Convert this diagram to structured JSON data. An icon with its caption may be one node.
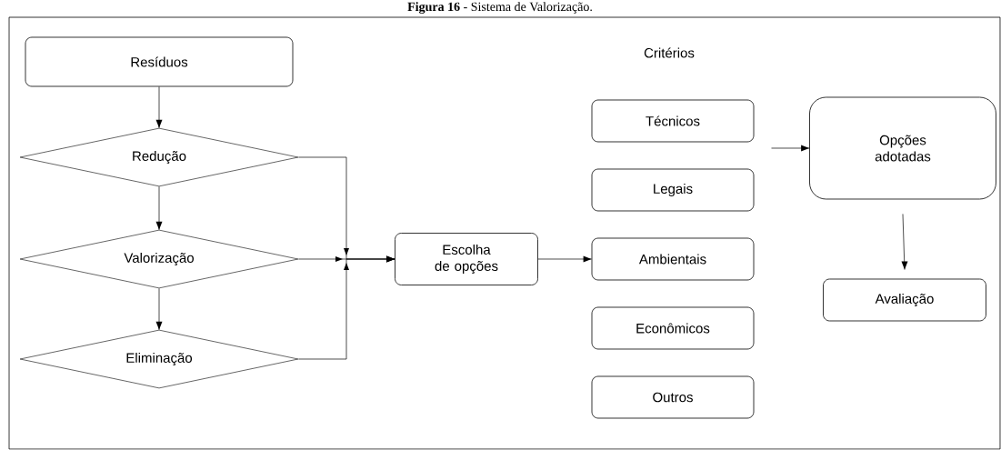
{
  "diagram": {
    "title": "**Figura 16** - Sistema de Valorização.",
    "nodes": [
      {
        "text": [
          "Resíduos"
        ]
      },
      {
        "text": [
          "Redução"
        ]
      },
      {
        "text": [
          "Valorização"
        ]
      },
      {
        "text": [
          "Eliminação"
        ]
      },
      {
        "text": [
          "Escolha de opções"
        ]
      },
      {
        "text": [
          "Técnicos"
        ]
      },
      {
        "text": [
          "Legais"
        ]
      },
      {
        "text": [
          "Ambientais"
        ]
      },
      {
        "text": [
          "Econômicos"
        ]
      },
      {
        "text": [
          "Outros"
        ]
      },
      {
        "text": [
          "Opções adotadas"
        ]
      },
      {
        "text": [
          "Avaliação"
        ]
      }
    ],
    "edges": [
      {
        "from": 0,
        "to": 1,
        "arrow": "to"
      },
      {
        "from": 1,
        "to": 2,
        "arrow": "to"
      },
      {
        "from": 2,
        "to": 3,
        "arrow": "to"
      },
      {
        "from": 1,
        "to": 4,
        "arrow": "to"
      },
      {
        "from": 2,
        "to": 4,
        "arrow": "to"
      },
      {
        "from": 3,
        "to": 4,
        "arrow": "to"
      },
      {
        "from": 4,
        "to": 7,
        "arrow": "to"
      },
      {
        "from": null,
        "to": 10,
        "arrow": "to"
      },
      {
        "from": 10,
        "to": 11,
        "arrow": "to"
      }
    ],
    "labels": [
      "Critérios"
    ]
  }
}
